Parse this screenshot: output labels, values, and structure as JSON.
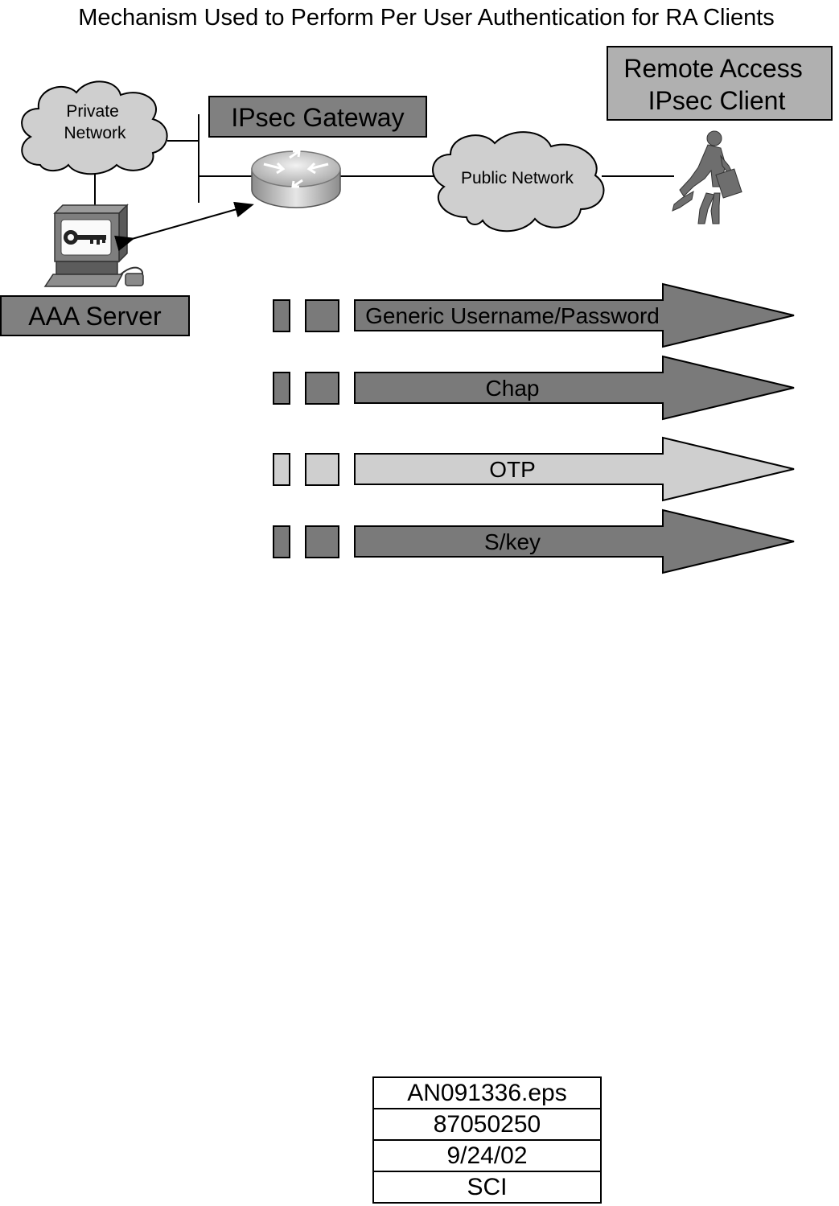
{
  "title": "Mechanism Used to Perform Per User Authentication for RA Clients",
  "nodes": {
    "private_network": "Private\nNetwork",
    "ipsec_gateway": "IPsec Gateway",
    "public_network": "Public Network",
    "remote_client": "Remote Access\nIPsec Client",
    "aaa_server": "AAA Server"
  },
  "icons": {
    "private_cloud": "cloud-icon",
    "router": "router-icon",
    "public_cloud": "cloud-icon",
    "client": "running-businessman-icon",
    "server": "key-server-icon"
  },
  "mechanisms": [
    {
      "label": "Generic Username/Password",
      "shade": "dark"
    },
    {
      "label": "Chap",
      "shade": "dark"
    },
    {
      "label": "OTP",
      "shade": "light"
    },
    {
      "label": "S/key",
      "shade": "dark"
    }
  ],
  "colors": {
    "dark": "#7a7a7a",
    "light": "#cfcfcf",
    "label_box": "#808080",
    "client_box": "#b0b0b0"
  },
  "caption": {
    "rows": [
      "AN091336.eps",
      "87050250",
      "9/24/02",
      "SCI"
    ]
  }
}
